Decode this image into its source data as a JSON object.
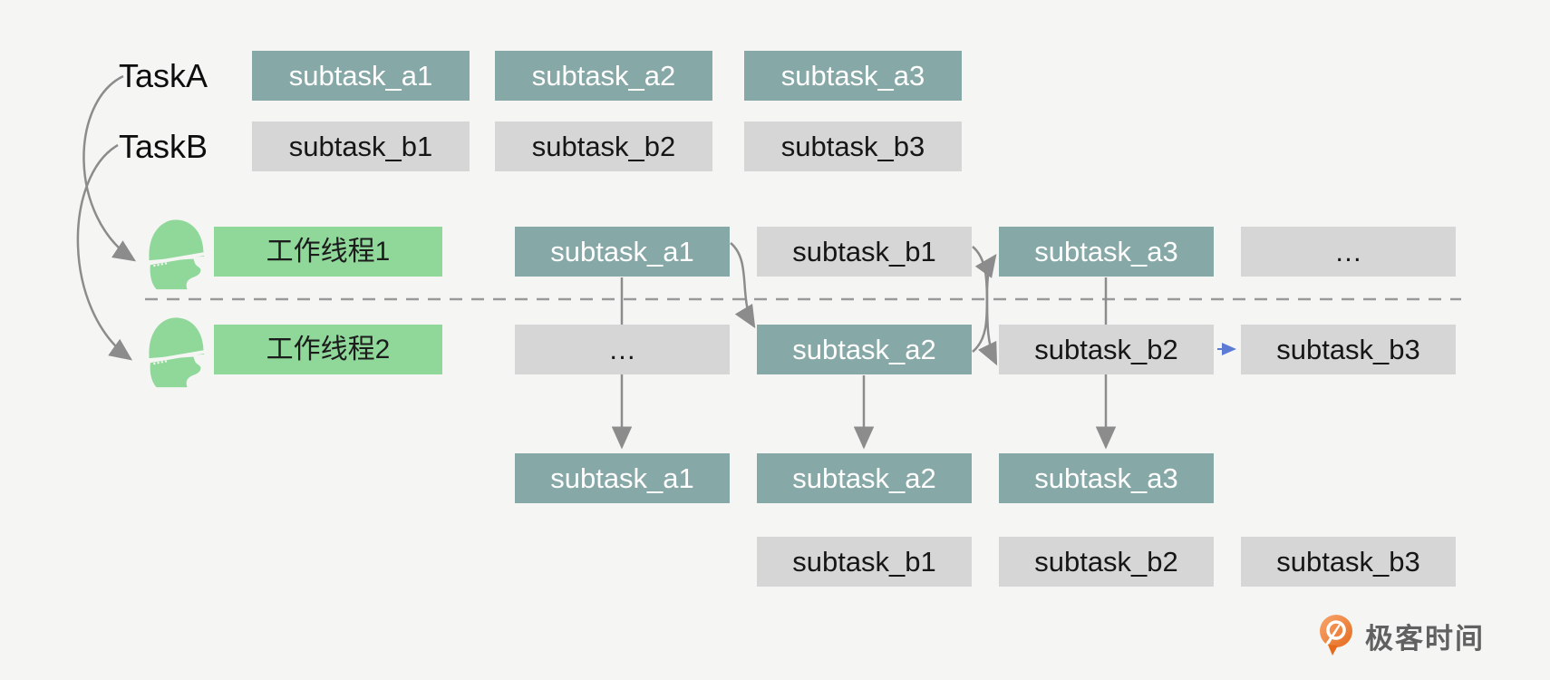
{
  "diagram": {
    "background": "#f5f6f4",
    "colors": {
      "teal_box": "#86a8a6",
      "gray_box": "#d6d6d6",
      "green_box": "#90d89a",
      "arrow_gray": "#8c8c8c",
      "arrow_blue": "#5b7bd5",
      "dashed_divider": "#999999",
      "text_on_teal": "#ffffff",
      "text_on_gray": "#161616",
      "logo_orange": "#e8741f",
      "logo_text_gray": "#616161"
    },
    "tasks": [
      {
        "name": "TaskA",
        "style": "teal",
        "subtasks": [
          "subtask_a1",
          "subtask_a2",
          "subtask_a3"
        ]
      },
      {
        "name": "TaskB",
        "style": "gray",
        "subtasks": [
          "subtask_b1",
          "subtask_b2",
          "subtask_b3"
        ]
      }
    ],
    "threads": [
      {
        "name": "工作线程1",
        "queue": [
          {
            "label": "subtask_a1",
            "style": "teal"
          },
          {
            "label": "subtask_b1",
            "style": "gray"
          },
          {
            "label": "subtask_a3",
            "style": "teal"
          },
          {
            "label": "…",
            "style": "gray"
          }
        ]
      },
      {
        "name": "工作线程2",
        "queue": [
          {
            "label": "…",
            "style": "gray"
          },
          {
            "label": "subtask_a2",
            "style": "teal"
          },
          {
            "label": "subtask_b2",
            "style": "gray"
          },
          {
            "label": "subtask_b3",
            "style": "gray"
          }
        ]
      }
    ],
    "completed": {
      "task_a": [
        "subtask_a1",
        "subtask_a2",
        "subtask_a3"
      ],
      "task_b": [
        "subtask_b1",
        "subtask_b2",
        "subtask_b3"
      ]
    },
    "edges": [
      {
        "from": "TaskA",
        "to": "工作线程1",
        "type": "curved-gray-arrow"
      },
      {
        "from": "TaskB",
        "to": "工作线程2",
        "type": "curved-gray-arrow"
      },
      {
        "from": "thread1.subtask_a1",
        "to": "thread2.subtask_a2",
        "type": "curved-gray-arrow"
      },
      {
        "from": "thread1.subtask_b1",
        "to": "thread2.subtask_b2",
        "type": "curved-gray-arrow"
      },
      {
        "from": "thread2.subtask_a2",
        "to": "thread1.subtask_a3",
        "type": "curved-gray-arrow"
      },
      {
        "from": "thread2.subtask_b2",
        "to": "thread2.subtask_b3",
        "type": "straight-blue-arrow"
      },
      {
        "from": "thread1.subtask_a1",
        "to": "completed.subtask_a1",
        "type": "straight-gray-arrow"
      },
      {
        "from": "thread2.subtask_a2",
        "to": "completed.subtask_a2",
        "type": "straight-gray-arrow"
      },
      {
        "from": "thread1.subtask_a3",
        "to": "completed.subtask_a3",
        "type": "straight-gray-arrow"
      }
    ],
    "logo": {
      "text": "极客时间"
    }
  }
}
